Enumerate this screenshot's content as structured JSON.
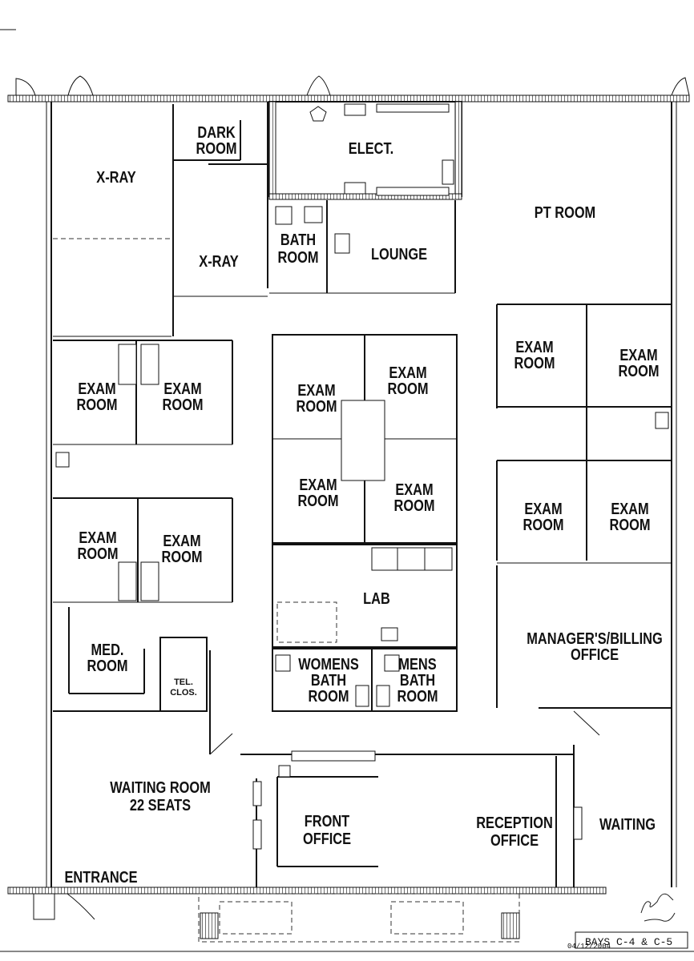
{
  "rooms": {
    "dark_room": [
      "DARK",
      "ROOM"
    ],
    "elect": "ELECT.",
    "xray_top": "X-RAY",
    "xray_mid": "X-RAY",
    "bath_room": [
      "BATH",
      "ROOM"
    ],
    "lounge": "LOUNGE",
    "pt_room": "PT ROOM",
    "exam_left_top_a": [
      "EXAM",
      "ROOM"
    ],
    "exam_left_top_b": [
      "EXAM",
      "ROOM"
    ],
    "exam_left_bot_a": [
      "EXAM",
      "ROOM"
    ],
    "exam_left_bot_b": [
      "EXAM",
      "ROOM"
    ],
    "exam_center_tl": [
      "EXAM",
      "ROOM"
    ],
    "exam_center_tr": [
      "EXAM",
      "ROOM"
    ],
    "exam_center_bl": [
      "EXAM",
      "ROOM"
    ],
    "exam_center_br": [
      "EXAM",
      "ROOM"
    ],
    "exam_right_tl": [
      "EXAM",
      "ROOM"
    ],
    "exam_right_tr": [
      "EXAM",
      "ROOM"
    ],
    "exam_right_bl": [
      "EXAM",
      "ROOM"
    ],
    "exam_right_br": [
      "EXAM",
      "ROOM"
    ],
    "lab": "LAB",
    "med_room": [
      "MED.",
      "ROOM"
    ],
    "tel_clos": [
      "TEL.",
      "CLOS."
    ],
    "womens_bath": [
      "WOMENS",
      "BATH",
      "ROOM"
    ],
    "mens_bath": [
      "MENS",
      "BATH",
      "ROOM"
    ],
    "managers_office": [
      "MANAGER'S/BILLING",
      "OFFICE"
    ],
    "waiting_room": [
      "WAITING ROOM",
      "22 SEATS"
    ],
    "front_office": [
      "FRONT",
      "OFFICE"
    ],
    "reception_office": [
      "RECEPTION",
      "OFFICE"
    ],
    "waiting": "WAITING",
    "entrance": "ENTRANCE"
  },
  "title_block": {
    "bays": "BAYS C-4 & C-5",
    "date": "04/12/2004"
  }
}
